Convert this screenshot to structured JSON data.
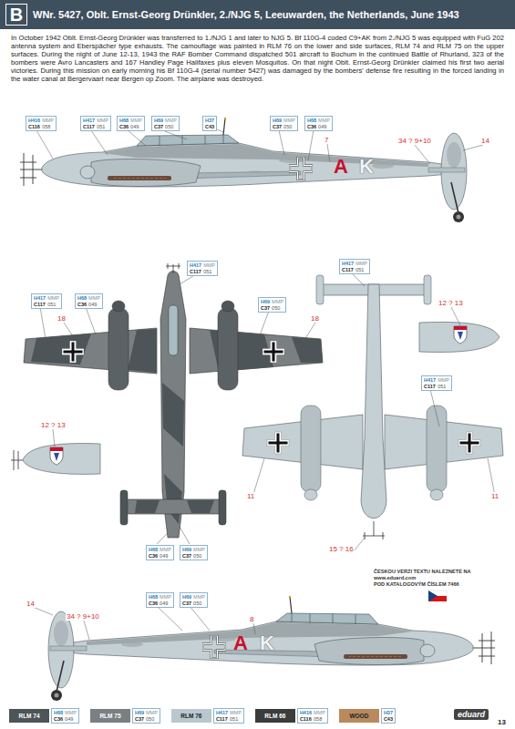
{
  "diagram": {
    "title": "WNr. 5427, Oblt. Ernst-Georg Drünkler, 2./NJG 5, Leeuwarden, the Netherlands, June 1943",
    "nodes": [
      {
        "text": [
          "H416",
          "MMP",
          "C116",
          "058"
        ]
      },
      {
        "text": [
          "H417",
          "MMP",
          "C117",
          "051"
        ]
      },
      {
        "text": [
          "H68",
          "MMP",
          "C36",
          "049"
        ]
      },
      {
        "text": [
          "H69",
          "MMP",
          "C37",
          "050"
        ]
      },
      {
        "text": [
          "H37",
          "C43"
        ]
      },
      {
        "text": [
          "H69",
          "MMP",
          "C37",
          "050"
        ]
      },
      {
        "text": [
          "H68",
          "MMP",
          "C36",
          "049"
        ]
      },
      {
        "text": [
          "H417",
          "MMP",
          "C117",
          "051"
        ]
      },
      {
        "text": [
          "H417",
          "MMP",
          "C117",
          "051"
        ]
      },
      {
        "text": [
          "H417",
          "MMP",
          "C117",
          "051"
        ]
      },
      {
        "text": [
          "H68",
          "MMP",
          "C36",
          "049"
        ]
      },
      {
        "text": [
          "H69",
          "MMP",
          "C37",
          "050"
        ]
      },
      {
        "text": [
          "H417",
          "MMP",
          "C117",
          "051"
        ]
      },
      {
        "text": [
          "H68",
          "MMP",
          "C36",
          "049"
        ]
      },
      {
        "text": [
          "H69",
          "MMP",
          "C37",
          "050"
        ]
      },
      {
        "text": [
          "H68",
          "MMP",
          "C36",
          "049"
        ]
      },
      {
        "text": [
          "H69",
          "MMP",
          "C37",
          "050"
        ]
      },
      {
        "text": [
          "H68",
          "MMP",
          "C36",
          "049"
        ]
      },
      {
        "text": [
          "H69",
          "MMP",
          "C37",
          "050"
        ]
      },
      {
        "text": [
          "H417",
          "MMP",
          "C117",
          "051"
        ]
      },
      {
        "text": [
          "H416",
          "MMP",
          "C116",
          "058"
        ]
      },
      {
        "text": [
          "H37",
          "C43"
        ]
      }
    ],
    "labels": [
      "B",
      "In October 1942 Oblt. Ernst-Georg Drünkler was transferred to 1./NJG 1 and later to NJG 5. Bf 110G-4 coded C9+AK from 2./NJG 5 was equipped with FuG 202 antenna system and Eberspächer type exhausts. The camouflage was painted in RLM 76 on the lower and side surfaces, RLM 74 and RLM 75 on the upper surfaces. During the night of June 12-13, 1943 the RAF Bomber Command dispatched 501 aircraft to Bochum in the continued Battle of Rhurland, 323 of the bombers were Avro Lancasters and 167 Handley Page Halifaxes plus eleven Mosquitos. On that night Oblt. Ernst-Georg Drünkler claimed his first two aerial victories. During this mission on early morning his Bf 110G-4 (serial number 5427) was damaged by the bombers' defense fire resulting in the forced landing in the water canal at Bergervaart near Bergen op Zoom. The airplane was destroyed.",
      "7",
      "34 ? 9+10",
      "14",
      "A",
      "K",
      "18",
      "18",
      "12 ? 13",
      "12 ? 13",
      "11",
      "11",
      "15 ? 16",
      "ČESKOU VERZI TEXTU NALEZNETE NA",
      "www.eduard.com",
      "POD KATALOGOVÝM ČÍSLEM 7466",
      "14",
      "34 ? 9+10",
      "8",
      "A",
      "K",
      "eduard",
      "13"
    ],
    "legend": [
      {
        "text": "RLM 74",
        "color": "#4e5558"
      },
      {
        "text": "RLM 75",
        "color": "#7a7f82"
      },
      {
        "text": "RLM 76",
        "color": "#b8c8ce"
      },
      {
        "text": "RLM 66",
        "color": "#3b3d3c"
      },
      {
        "text": "WOOD",
        "color": "#b88a5e"
      }
    ]
  }
}
